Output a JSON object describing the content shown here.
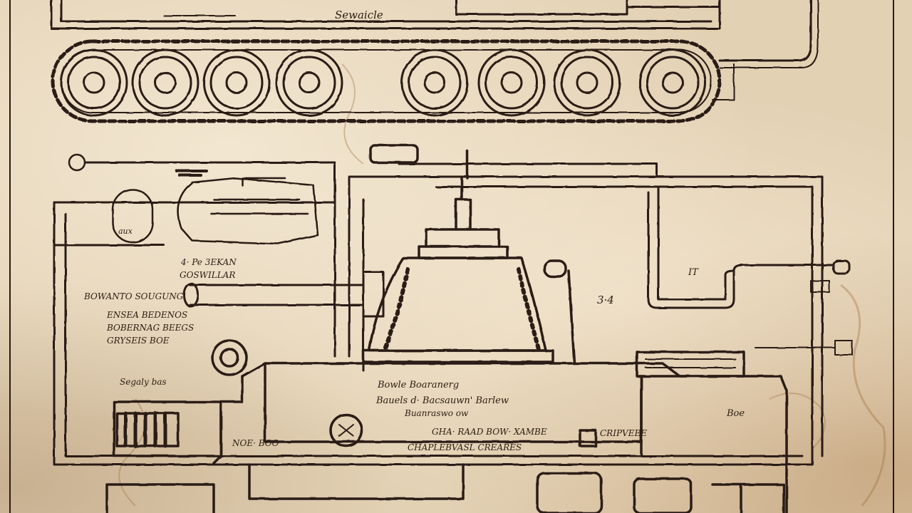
{
  "sheet": {
    "colors": {
      "paper": "#e3d1b4",
      "ink": "#2a1c12",
      "stain": "#9a6a3a"
    }
  },
  "annotations": {
    "hull_top_note": "Sewaicle",
    "turret_note": "3·4",
    "hull_heading": "Bowle Boaranerg",
    "hull_subheading": "Bauels d· Bacsauwn' Barlew",
    "hull_line_3": "Buanraswo ow",
    "hull_line_4": "GHA· RAAD BOW· XAMBE",
    "hull_line_5": "CHAPLEBVASL CREARES",
    "hull_right_note": "CRIPVEEE",
    "gun_note": "NOE· BOO",
    "left_note_1": "4· Pe 3EKAN",
    "left_note_2": "GOSWILLAR",
    "left_note_3": "BOWANTO SOUGUNG",
    "left_note_4": "ENSEA BEDENOS",
    "left_note_5": "BOBERNAG BEEGS",
    "left_note_6": "GRYSEIS BOE",
    "left_note_7": "Segaly bas",
    "top_left_small": "aux",
    "right_bracket_note": "IT",
    "right_panel_note": "Boe"
  }
}
